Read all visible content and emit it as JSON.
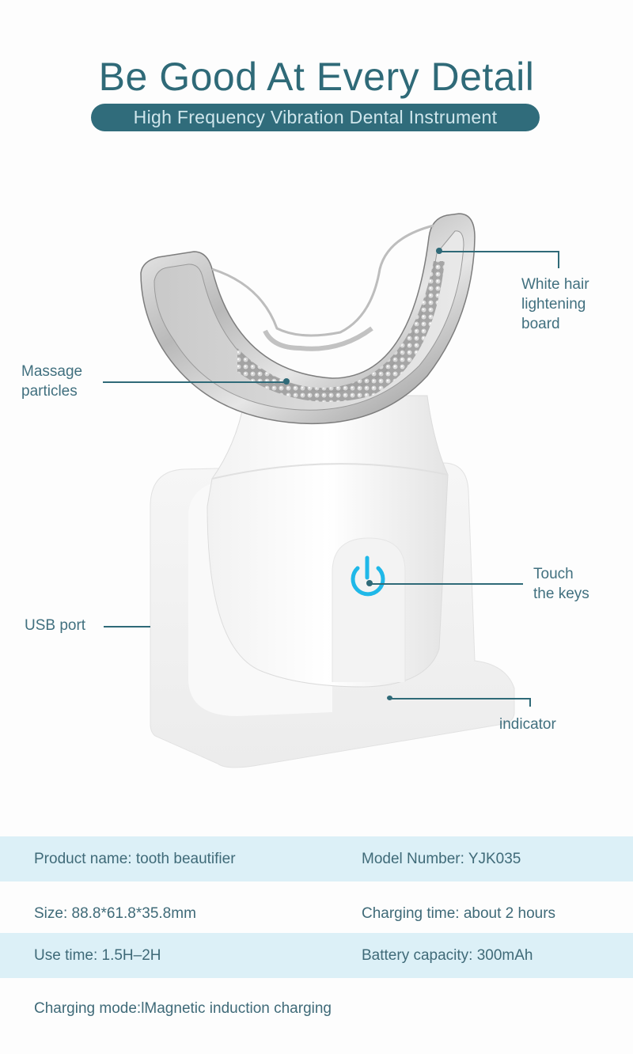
{
  "header": {
    "title": "Be Good At Every Detail",
    "subtitle": "High Frequency Vibration Dental Instrument"
  },
  "callouts": {
    "white_hair_board": [
      "White hair",
      "lightening",
      "board"
    ],
    "massage_particles": [
      "Massage",
      "particles"
    ],
    "touch_keys": [
      "Touch",
      "the keys"
    ],
    "usb_port": "USB port",
    "indicator": "indicator"
  },
  "specs": {
    "rows": [
      {
        "left": "Product name: tooth beautifier",
        "right": "Model Number: YJK035"
      },
      {
        "left": "Size: 88.8*61.8*35.8mm",
        "right": "Charging time: about 2 hours"
      },
      {
        "left": "Use time: 1.5H–2H",
        "right": "Battery capacity: 300mAh"
      },
      {
        "left": "Charging mode:lMagnetic induction charging",
        "right": ""
      }
    ]
  },
  "colors": {
    "brand_teal": "#306c7b",
    "pill_text": "#cfe6ec",
    "spec_band": "#dcf0f7",
    "power_icon": "#1fb8e8"
  }
}
